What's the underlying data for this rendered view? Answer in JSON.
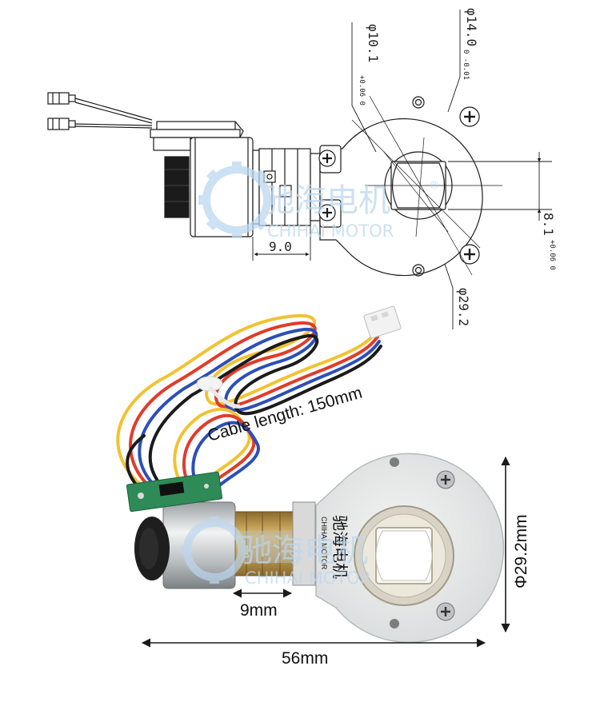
{
  "drawing": {
    "dim_phi_14": "φ14.0",
    "dim_phi_14_tol": "0 -0.01",
    "dim_phi_10": "φ10.1",
    "dim_phi_10_tol": "+0.06 0",
    "dim_length_9": "9.0",
    "dim_flat_8": "8.1",
    "dim_flat_8_tol": "+0.06 0",
    "dim_phi_29": "φ29.2"
  },
  "watermark": {
    "cn": "驰海电机",
    "en": "CHIHAI MOTOR",
    "registered": "®"
  },
  "photo": {
    "cable_label": "Cable length: 150mm",
    "dim_gear_length": "9mm",
    "dim_total_length": "56mm",
    "dim_diameter": "Φ29.2mm",
    "label_cn": "驰海电机",
    "label_en": "CHIHAI MOTOR",
    "watermark_cn": "驰海电机",
    "watermark_en": "CHIHAI MOTOR"
  },
  "colors": {
    "line": "#1a1a1a",
    "watermark": "#bcd7ef",
    "wire_red": "#e23b2a",
    "wire_black": "#1b1b1b",
    "wire_yellow": "#f2c230",
    "wire_blue": "#2c4fb8",
    "pcb": "#2e8b57",
    "encoder_body": "#e6e8e8",
    "brass": "#c9a14a"
  }
}
